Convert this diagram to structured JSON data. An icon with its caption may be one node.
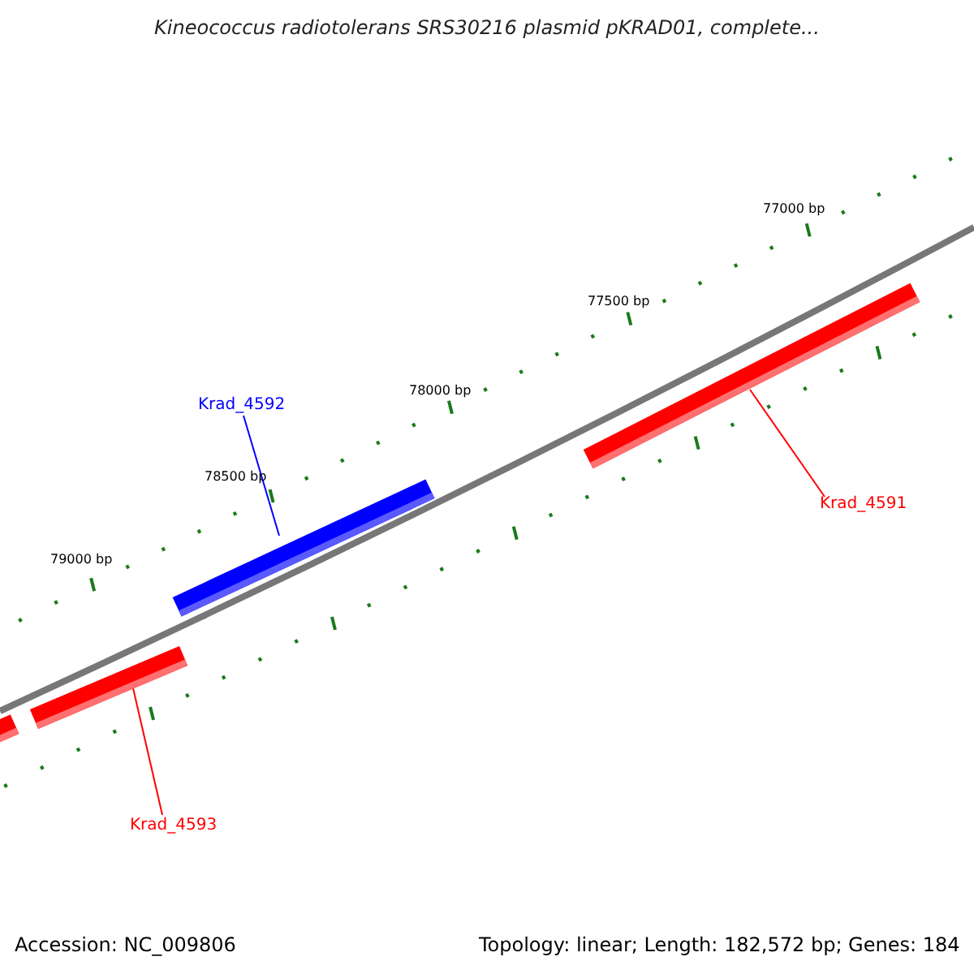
{
  "diagram": {
    "title": "Kineococcus radiotolerans SRS30216 plasmid pKRAD01, complete...",
    "nodes": [
      {
        "text": [
          "Krad_4592"
        ]
      },
      {
        "text": [
          "Krad_4591"
        ]
      },
      {
        "text": [
          "Krad_4593"
        ]
      },
      {
        "text": [],
        "shape": "bar"
      },
      {
        "text": [],
        "shape": "bar"
      },
      {
        "text": [],
        "shape": "bar"
      },
      {
        "text": [],
        "shape": "bar"
      }
    ],
    "edges": [
      {
        "from": 0,
        "to": 5,
        "arrow": "none",
        "color": "#0000ff"
      },
      {
        "from": 1,
        "to": 6,
        "arrow": "none",
        "color": "#ff0000"
      },
      {
        "from": 2,
        "to": 4,
        "arrow": "none",
        "color": "#ff0000"
      }
    ],
    "labels": [
      "77000 bp",
      "77500 bp",
      "78000 bp",
      "78500 bp",
      "79000 bp",
      "Accession: NC_009806",
      "Topology: linear; Length: 182,572 bp; Genes: 184"
    ]
  }
}
